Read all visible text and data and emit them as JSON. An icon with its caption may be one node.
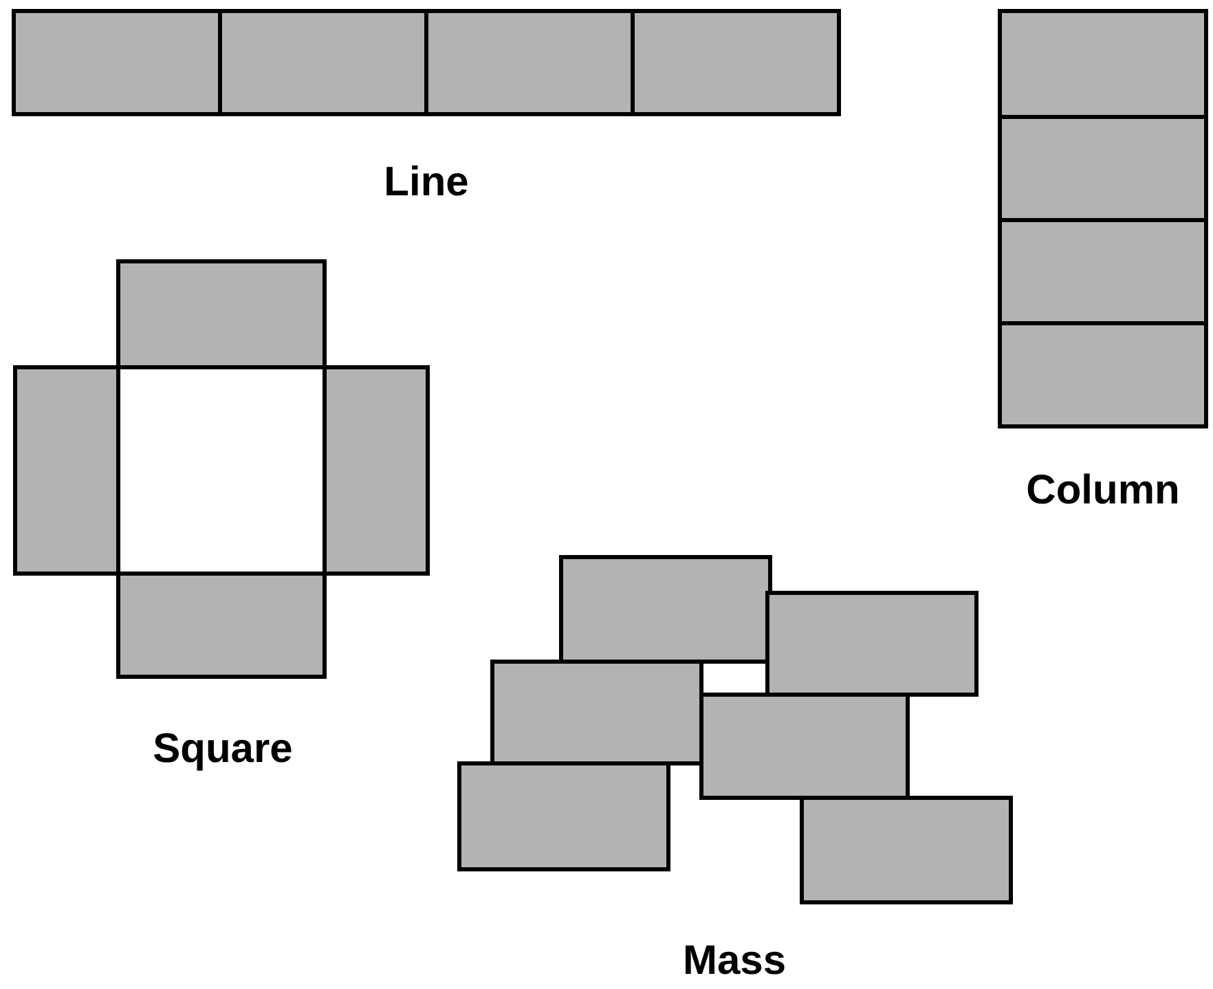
{
  "diagram": {
    "labels": [
      "Line",
      "Column",
      "Square",
      "Mass"
    ]
  }
}
